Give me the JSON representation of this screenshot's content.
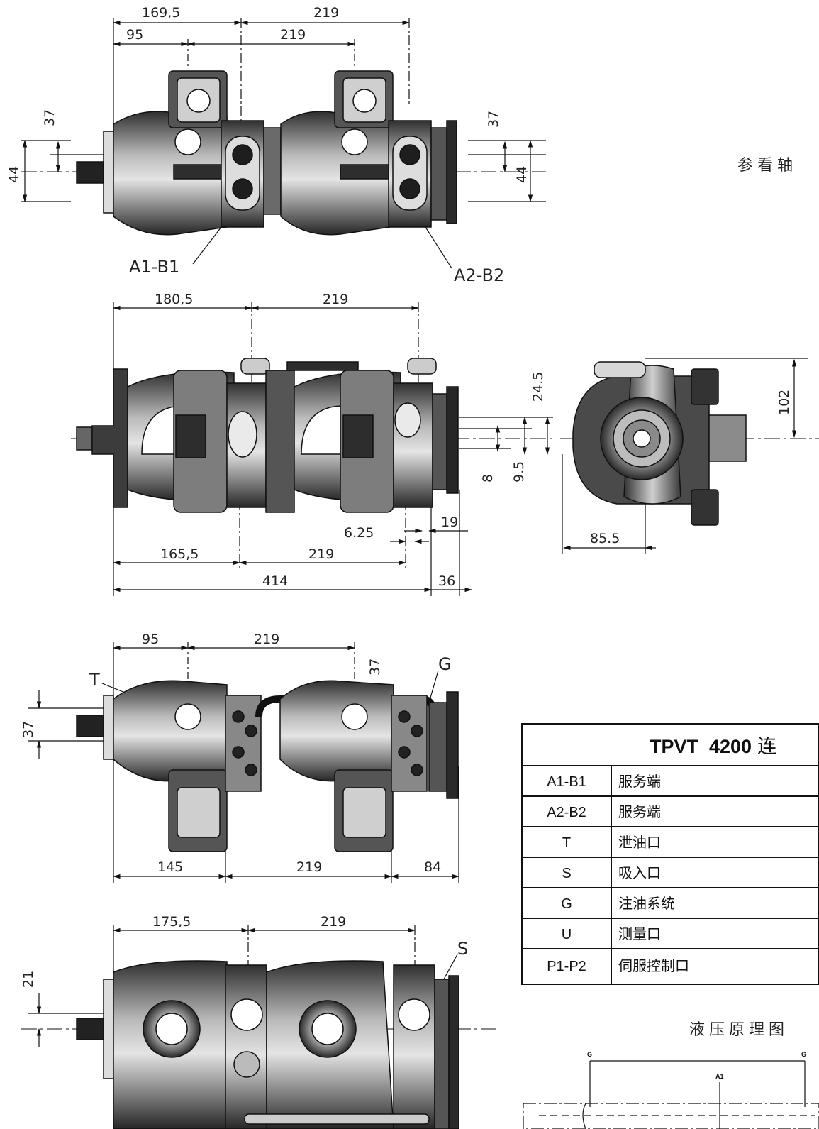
{
  "dimensions": {
    "top_view": [
      "169,5",
      "219",
      "95",
      "219",
      "37",
      "44",
      "37",
      "44"
    ],
    "front_view": [
      "180,5",
      "219",
      "24.5",
      "8",
      "9.5",
      "6.25",
      "19",
      "165,5",
      "219",
      "414",
      "36"
    ],
    "end_view": [
      "102",
      "85.5"
    ],
    "bottom_view": [
      "95",
      "219",
      "37",
      "37",
      "145",
      "219",
      "84"
    ],
    "section_view": [
      "175,5",
      "219",
      "21"
    ]
  },
  "callouts": {
    "a1b1": "A1-B1",
    "a2b2": "A2-B2",
    "t": "T",
    "g": "G",
    "s": "S"
  },
  "notes": {
    "shaft_ref": "参看轴",
    "hydraulic_schematic": "液压原理图",
    "schematic_labels": [
      "G",
      "A1",
      "G"
    ]
  },
  "port_table": {
    "title_code": "TPVT  4200",
    "title_suffix": "连",
    "rows": [
      {
        "code": "A1-B1",
        "desc": "服务端"
      },
      {
        "code": "A2-B2",
        "desc": "服务端"
      },
      {
        "code": "T",
        "desc": "泄油口"
      },
      {
        "code": "S",
        "desc": "吸入口"
      },
      {
        "code": "G",
        "desc": "注油系统"
      },
      {
        "code": "U",
        "desc": "测量口"
      },
      {
        "code": "P1-P2",
        "desc": "伺服控制口"
      }
    ]
  },
  "colors": {
    "ink": "#111111",
    "metal_dark": "#3a3a3a",
    "metal_mid": "#8a8a8a",
    "metal_light": "#d8d8d8",
    "paper": "#ffffff"
  }
}
